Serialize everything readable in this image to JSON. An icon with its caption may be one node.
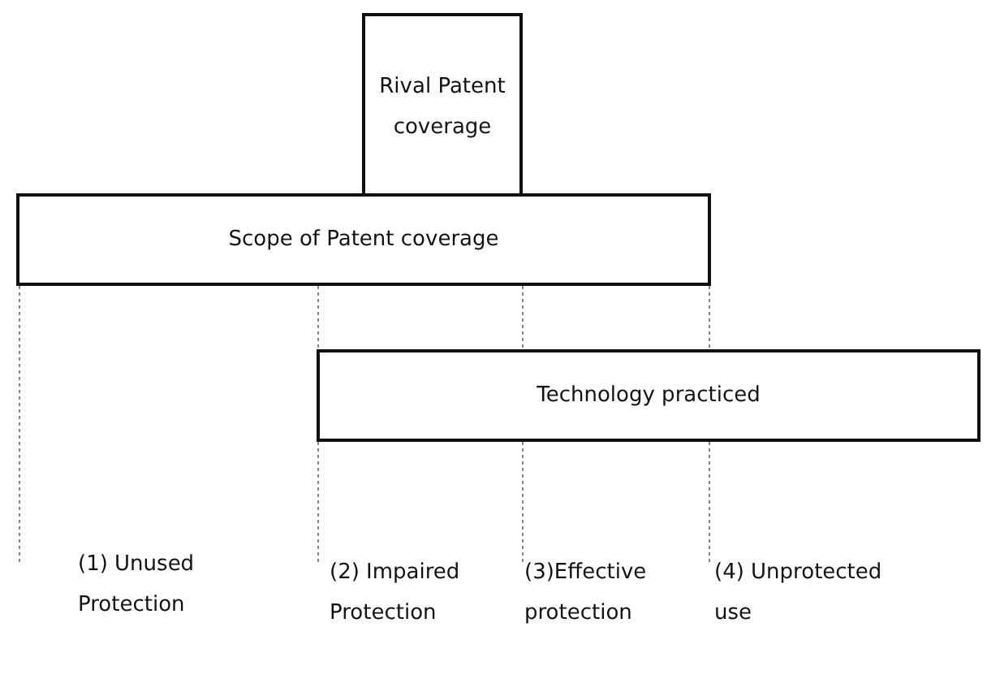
{
  "diagram": {
    "nodes": [
      {
        "text": [
          "Rival Patent coverage"
        ]
      },
      {
        "text": [
          "Scope of Patent coverage"
        ]
      },
      {
        "text": [
          "Technology practiced"
        ]
      }
    ],
    "labels": [
      "(1) Unused Protection",
      "(2) Impaired Protection",
      "(3)Effective protection",
      "(4) Unprotected use"
    ]
  }
}
